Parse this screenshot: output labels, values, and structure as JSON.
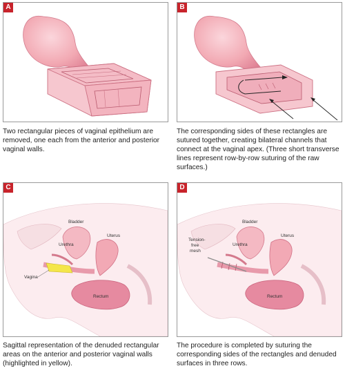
{
  "panels": {
    "a": {
      "letter": "A",
      "caption": "Two rectangular pieces of vaginal epithelium are removed, one each from the anterior and posterior vaginal walls."
    },
    "b": {
      "letter": "B",
      "caption": "The corresponding sides of these rectangles are sutured together, creating bilateral channels that connect at the vaginal apex. (Three short transverse lines represent row-by-row suturing of the raw surfaces.)"
    },
    "c": {
      "letter": "C",
      "caption": "Sagittal representation of the denuded rectangular areas on the anterior and posterior vaginal walls (highlighted in yellow).",
      "labels": {
        "bladder": "Bladder",
        "uterus": "Uterus",
        "urethra": "Urethra",
        "vagina": "Vagina",
        "rectum": "Rectum"
      }
    },
    "d": {
      "letter": "D",
      "caption": "The procedure is completed by suturing the corresponding sides of the rectangles and denuded surfaces in three rows.",
      "labels": {
        "bladder": "Bladder",
        "uterus": "Uterus",
        "urethra": "Urethra",
        "mesh_line1": "Tension-",
        "mesh_line2": "free",
        "mesh_line3": "mesh",
        "rectum": "Rectum"
      }
    }
  },
  "colors": {
    "badge": "#c8232b",
    "tissue": "#f2a9b3",
    "tissue_dark": "#d9748a",
    "highlight": "#f4e64a"
  }
}
